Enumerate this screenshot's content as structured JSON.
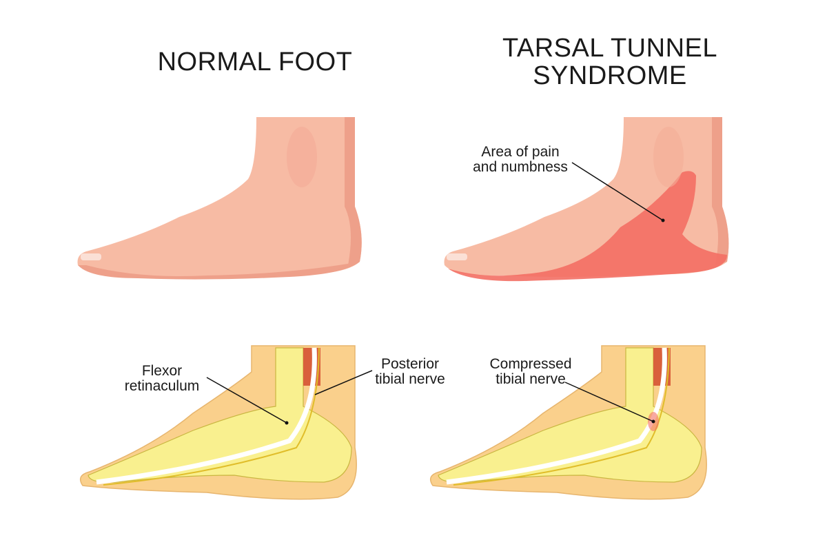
{
  "titles": {
    "normal": "NORMAL FOOT",
    "tarsal_line1": "TARSAL TUNNEL",
    "tarsal_line2": "SYNDROME"
  },
  "labels": {
    "pain_line1": "Area of pain",
    "pain_line2": "and numbness",
    "flexor_line1": "Flexor",
    "flexor_line2": "retinaculum",
    "posterior_line1": "Posterior",
    "posterior_line2": "tibial nerve",
    "compressed_line1": "Compressed",
    "compressed_line2": "tibial nerve"
  },
  "colors": {
    "skin": "#f7bba4",
    "skin_dark": "#eea08a",
    "pain": "#f36f64",
    "flesh": "#fad08c",
    "bone": "#f9f08f",
    "bone_outline": "#c9b640",
    "nerve": "#ffffff",
    "nerve_yellow": "#e0bd2a",
    "muscle": "#d9603c"
  }
}
